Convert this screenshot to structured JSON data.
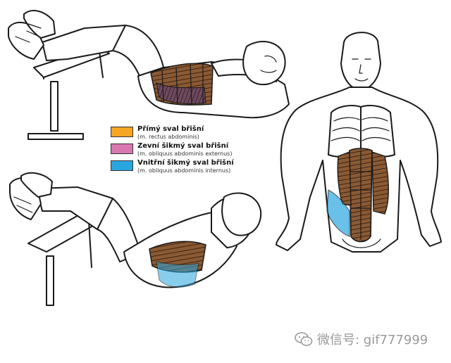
{
  "legend": [
    {
      "name": "Přímý sval břišní",
      "latin": "(m. rectus abdominis)",
      "color": "#f5a623"
    },
    {
      "name": "Zevní šikmý sval břišní",
      "latin": "(m. obliquus abdominis externus)",
      "color": "#d877b0"
    },
    {
      "name": "Vnitřní šikmý sval břišní",
      "latin": "(m. obliquus abdominis internus)",
      "color": "#2aa6df"
    }
  ],
  "watermark": {
    "text": "微信号: gif777999",
    "icon": "wechat-icon"
  },
  "colors": {
    "rectus_muscle": "#7a4a2a",
    "oblique_muscle": "#2b8a9a"
  }
}
